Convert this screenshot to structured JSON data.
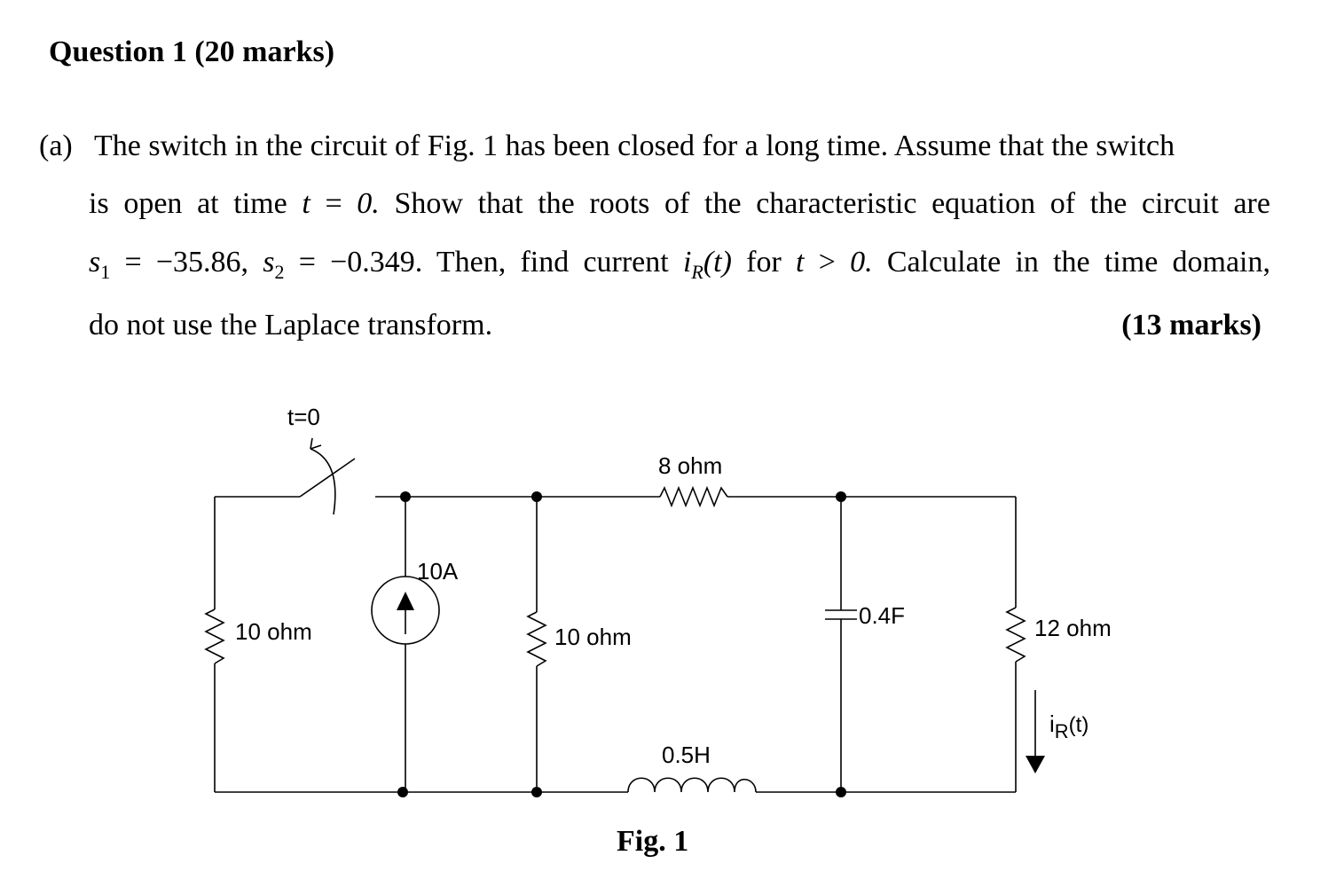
{
  "question": {
    "heading": "Question 1  (20 marks)",
    "part_label": "(a)",
    "line1": "The switch in the circuit of Fig. 1 has been closed for a long time. Assume that the switch",
    "line2_a": "is open at time",
    "line2_t": "t",
    "line2_eq": " = ",
    "line2_zero": "0.",
    "line2_b": " Show that the roots of the characteristic equation of the circuit are",
    "line3_s": "s",
    "line3_sub1": "1",
    "line3_eq1": " = −35.86, ",
    "line3_s2": "s",
    "line3_sub2": "2",
    "line3_eq2": " = −0.349",
    "line3_b": ". Then, find current ",
    "line3_i": "i",
    "line3_isub": "R",
    "line3_targ": "(t)",
    "line3_c": " for ",
    "line3_t": "t",
    "line3_gt": " > ",
    "line3_zero": "0.",
    "line3_d": " Calculate in the time domain,",
    "line4": "do not use the Laplace transform.",
    "marks": "(13 marks)"
  },
  "circuit": {
    "switch_label": "t=0",
    "r_left": "10 ohm",
    "source": "10A",
    "r_mid": "10 ohm",
    "r_top": "8 ohm",
    "capacitor": "0.4F",
    "r_right": "12 ohm",
    "inductor": "0.5H",
    "current_i": "i",
    "current_sub": "R",
    "current_arg": "(t)"
  },
  "figure_caption": "Fig. 1"
}
